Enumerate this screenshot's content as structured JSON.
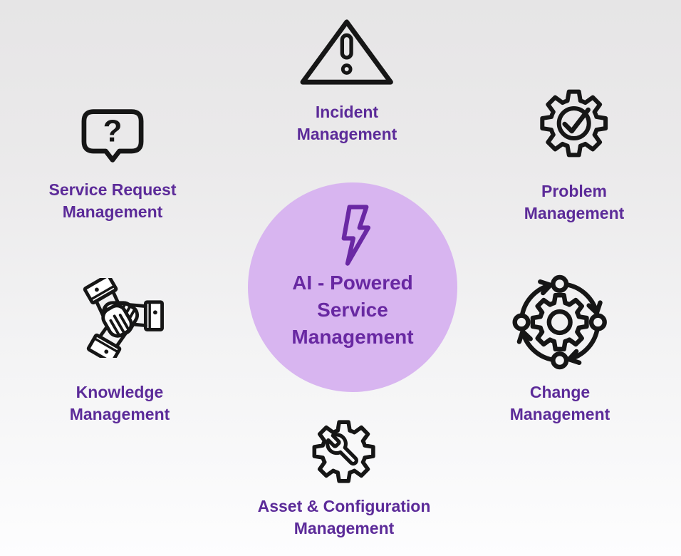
{
  "diagram": {
    "center": {
      "label_lines": [
        "AI - Powered",
        "Service",
        "Management"
      ],
      "icon": "lightning-bolt-icon",
      "circle_color": "#d8b5f0",
      "text_color": "#6828a2"
    },
    "nodes": [
      {
        "label_lines": [
          "Incident",
          "Management"
        ],
        "icon": "warning-triangle-icon"
      },
      {
        "label_lines": [
          "Problem",
          "Management"
        ],
        "icon": "gear-checkmark-icon"
      },
      {
        "label_lines": [
          "Change",
          "Management"
        ],
        "icon": "gear-cycle-arrows-icon"
      },
      {
        "label_lines": [
          "Asset & Configuration",
          "Management"
        ],
        "icon": "gear-wrench-icon"
      },
      {
        "label_lines": [
          "Knowledge",
          "Management"
        ],
        "icon": "hands-clasped-icon"
      },
      {
        "label_lines": [
          "Service Request",
          "Management"
        ],
        "icon": "question-speech-bubble-icon"
      }
    ],
    "colors": {
      "label_text": "#5c2b99",
      "icon_stroke": "#161616",
      "background_top": "#e6e5e6",
      "background_bottom": "#fdfdfe"
    }
  }
}
